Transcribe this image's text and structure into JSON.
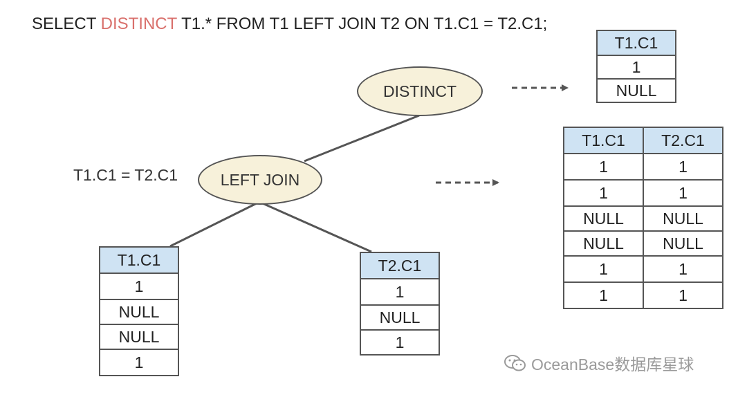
{
  "sql": {
    "prefix": "SELECT ",
    "keyword": "DISTINCT",
    "suffix": " T1.* FROM T1 LEFT JOIN T2 ON T1.C1 = T2.C1;"
  },
  "nodes": {
    "distinct": "DISTINCT",
    "left_join": "LEFT JOIN",
    "join_condition": "T1.C1 = T2.C1"
  },
  "tables": {
    "t1": {
      "headers": [
        "T1.C1"
      ],
      "rows": [
        [
          "1"
        ],
        [
          "NULL"
        ],
        [
          "NULL"
        ],
        [
          "1"
        ]
      ]
    },
    "t2": {
      "headers": [
        "T2.C1"
      ],
      "rows": [
        [
          "1"
        ],
        [
          "NULL"
        ],
        [
          "1"
        ]
      ]
    },
    "join_result": {
      "headers": [
        "T1.C1",
        "T2.C1"
      ],
      "rows": [
        [
          "1",
          "1"
        ],
        [
          "1",
          "1"
        ],
        [
          "NULL",
          "NULL"
        ],
        [
          "NULL",
          "NULL"
        ],
        [
          "1",
          "1"
        ],
        [
          "1",
          "1"
        ]
      ]
    },
    "distinct_result": {
      "headers": [
        "T1.C1"
      ],
      "rows": [
        [
          "1"
        ],
        [
          "NULL"
        ]
      ]
    }
  },
  "watermark": "OceanBase数据库星球",
  "colors": {
    "keyword": "#d9706c",
    "node_fill": "#f7f1da",
    "header_fill": "#cfe3f3",
    "line": "#555555"
  },
  "icons": [
    "wechat-icon",
    "arrow-right-icon"
  ]
}
